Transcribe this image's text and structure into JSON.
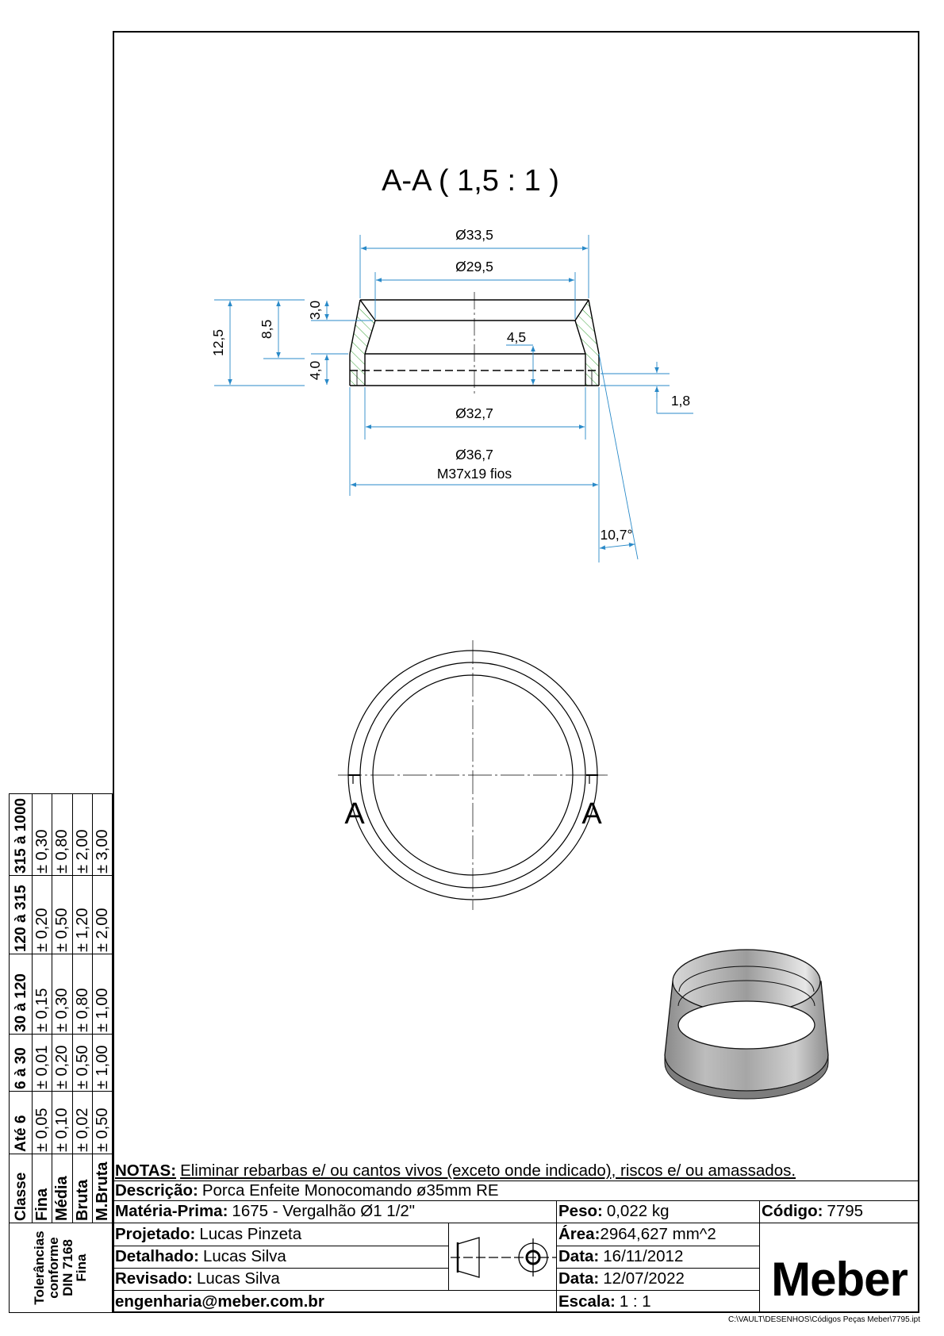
{
  "view_title": "A-A ( 1,5 : 1 )",
  "section_label": "A",
  "dimensions": {
    "d_top_outer": "Ø33,5",
    "d_top_inner": "Ø29,5",
    "d_bore": "Ø32,7",
    "d_outer": "Ø36,7",
    "thread": "M37x19 fios",
    "h_total": "12,5",
    "h_cone": "8,5",
    "h_chamfer": "3,0",
    "h_bore": "4,0",
    "h_thread": "4,5",
    "h_small": "1,8",
    "angle": "10,7°"
  },
  "colors": {
    "dimension": "#2a8ac8",
    "hatch": "#3aa33a"
  },
  "tolerance_table": {
    "title": "Tolerâncias conforme DIN 7168 Fina",
    "headers": [
      "Classe",
      "Até 6",
      "6 à 30",
      "30 à 120",
      "120 à 315",
      "315 à 1000"
    ],
    "rows": [
      {
        "class": "Fina",
        "values": [
          "± 0,05",
          "± 0,01",
          "± 0,15",
          "± 0,20",
          "± 0,30"
        ]
      },
      {
        "class": "Média",
        "values": [
          "± 0,10",
          "± 0,20",
          "± 0,30",
          "± 0,50",
          "± 0,80"
        ]
      },
      {
        "class": "Bruta",
        "values": [
          "± 0,02",
          "± 0,50",
          "± 0,80",
          "± 1,20",
          "± 2,00"
        ]
      },
      {
        "class": "M.Bruta",
        "values": [
          "± 0,50",
          "± 1,00",
          "± 1,00",
          "± 2,00",
          "± 3,00"
        ]
      }
    ]
  },
  "title_block": {
    "notes_label": "NOTAS:",
    "notes": "Eliminar rebarbas e/ ou cantos vivos (exceto onde indicado), riscos e/ ou amassados.",
    "description_label": "Descrição:",
    "description": "Porca Enfeite Monocomando ø35mm RE",
    "material_label": "Matéria-Prima:",
    "material": "1675 - Vergalhão Ø1 1/2\"",
    "weight_label": "Peso:",
    "weight": "0,022 kg",
    "code_label": "Código:",
    "code": "7795",
    "designed_label": "Projetado:",
    "designed": "Lucas Pinzeta",
    "area_label": "Área:",
    "area": "2964,627 mm^2",
    "detailed_label": "Detalhado:",
    "detailed": "Lucas Silva",
    "date1_label": "Data:",
    "date1": "16/11/2012",
    "revised_label": "Revisado:",
    "revised": "Lucas Silva",
    "date2_label": "Data:",
    "date2": "12/07/2022",
    "email": "engenharia@meber.com.br",
    "scale_label": "Escala:",
    "scale": "1 : 1",
    "logo": "Meber"
  },
  "file_path": "C:\\VAULT\\DESENHOS\\Códigos Peças Meber\\7795.ipt"
}
